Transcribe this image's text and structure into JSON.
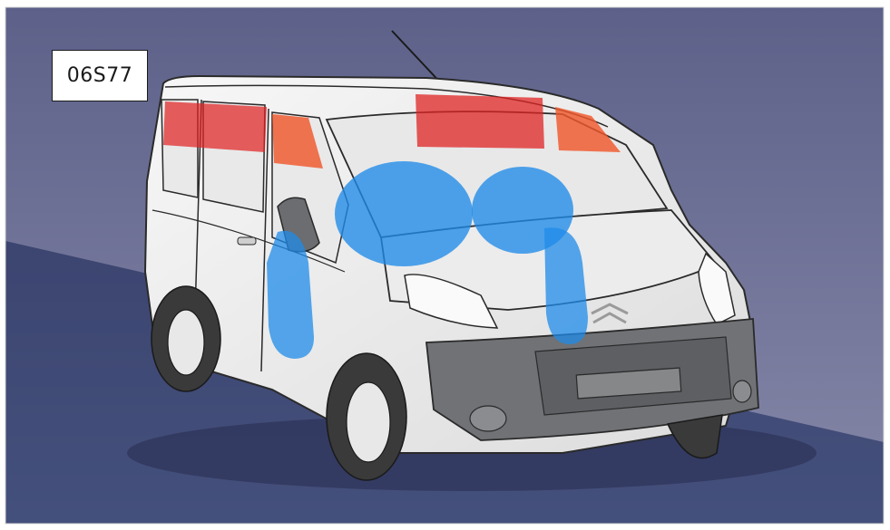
{
  "figure": {
    "reference_label": "06S77"
  },
  "colors": {
    "wall_top": "#63678f",
    "wall_bottom": "#8486a5",
    "floor": "#3f4873",
    "van_body": "#f1f1f1",
    "outline": "#2a2a2a",
    "bumper": "#6f7174",
    "airbag_blue": "#1f8be8",
    "curtain_red": "#e02424",
    "curtain_orange": "#f0582c"
  },
  "icons": {
    "vehicle": "van-illustration",
    "front_airbags": "airbag-blue-zones",
    "curtain_airbags": "curtain-red-zones"
  }
}
